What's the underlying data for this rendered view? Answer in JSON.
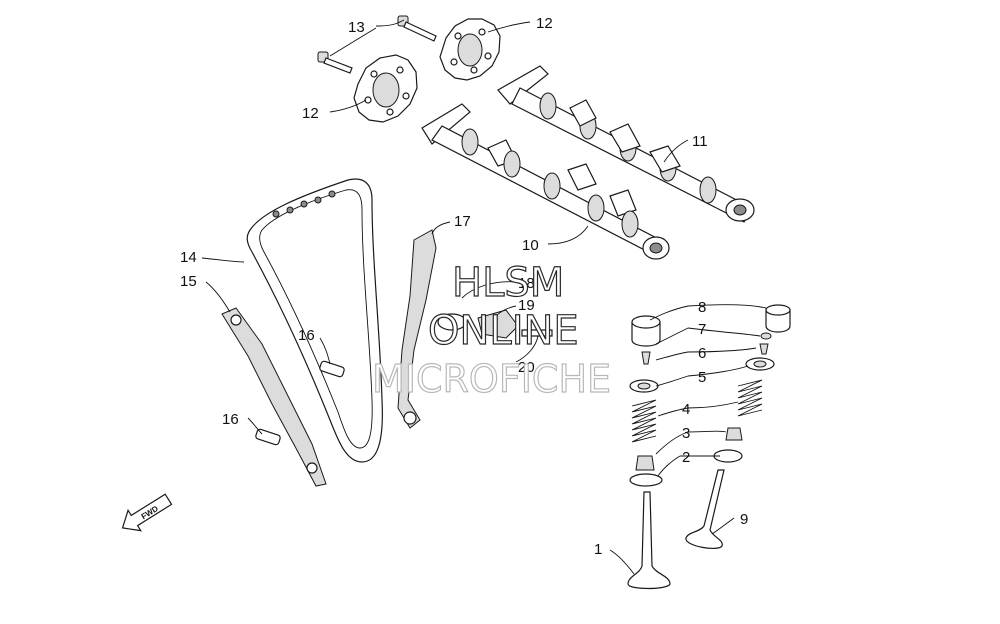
{
  "labels": {
    "l1": "1",
    "l2": "2",
    "l3": "3",
    "l4": "4",
    "l5": "5",
    "l6": "6",
    "l7": "7",
    "l8": "8",
    "l9": "9",
    "l10": "10",
    "l11": "11",
    "l12a": "12",
    "l12b": "12",
    "l13": "13",
    "l14": "14",
    "l15": "15",
    "l16a": "16",
    "l16b": "16",
    "l17": "17",
    "l18": "18",
    "l19": "19",
    "l20": "20"
  },
  "fwd_label": "FWD",
  "watermark": {
    "line1": "HLSM",
    "line2": "ONLINE",
    "line3": "MICROFICHE"
  }
}
